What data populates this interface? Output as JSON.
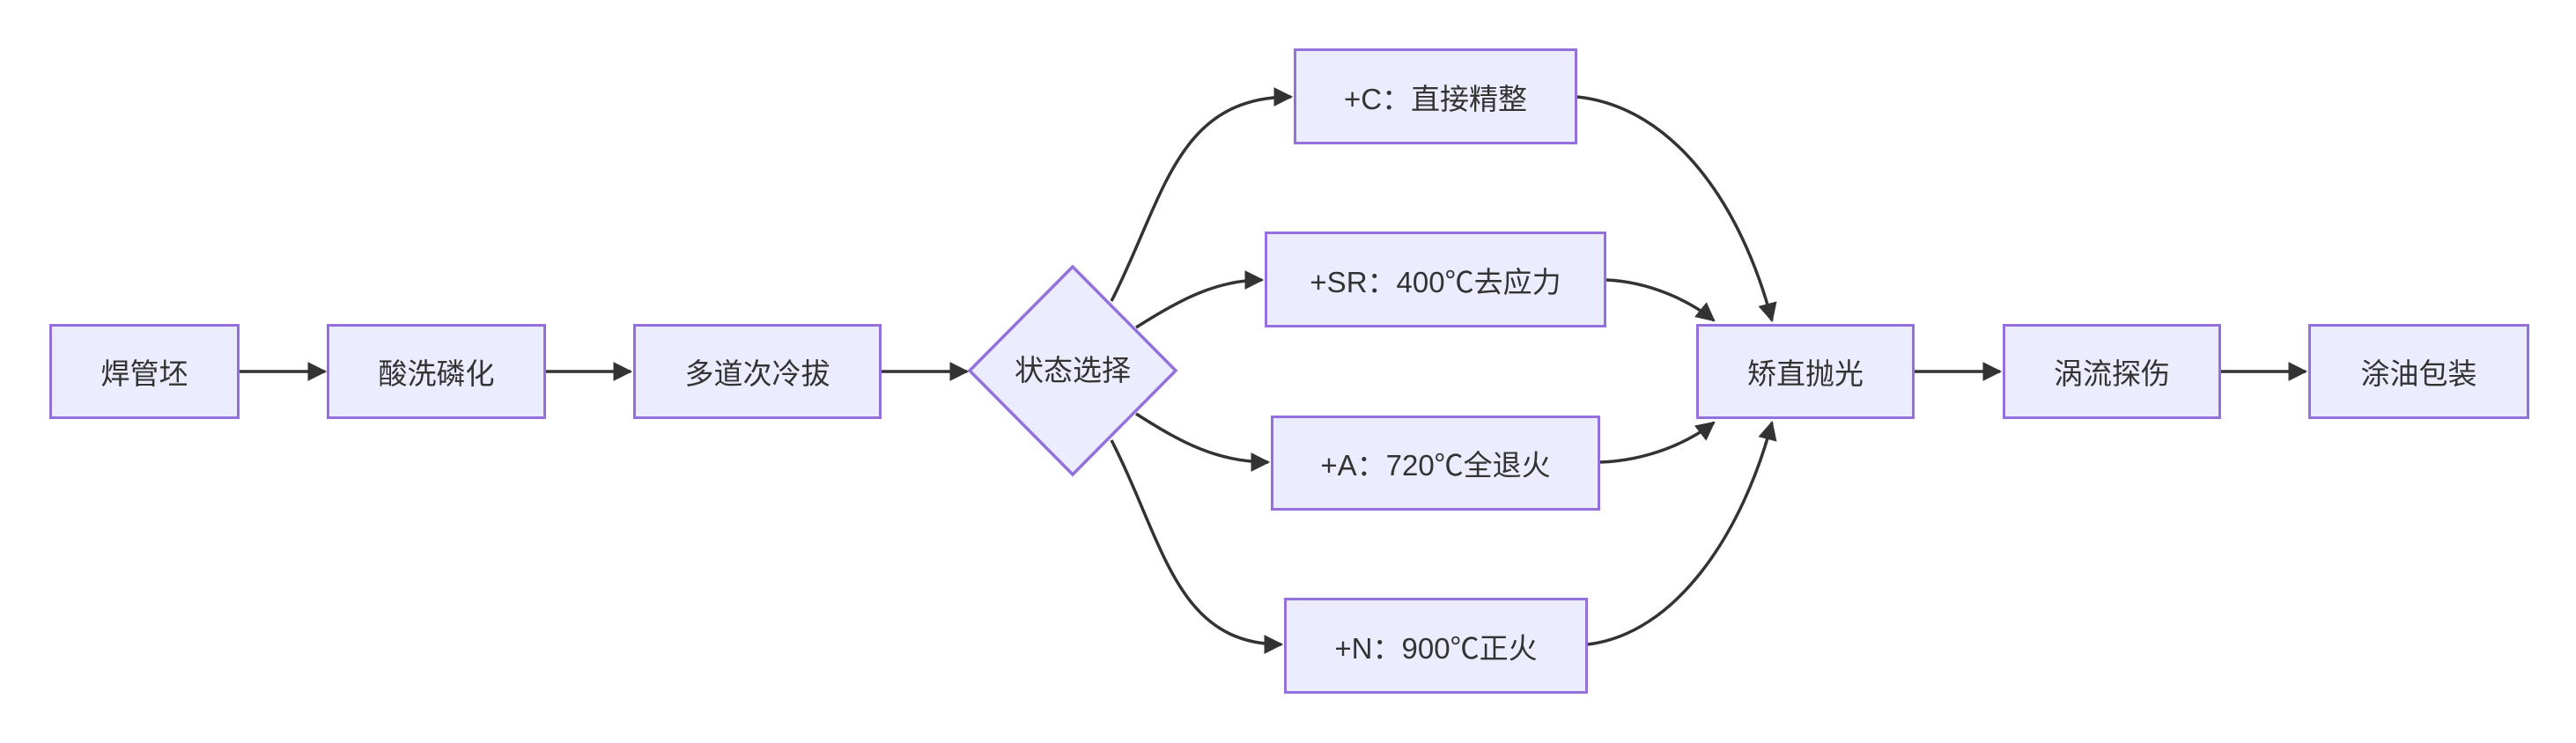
{
  "diagram": {
    "type": "flowchart",
    "direction": "left-to-right",
    "nodes": [
      {
        "label": "焊管坯",
        "shape": "rect"
      },
      {
        "label": "酸洗磷化",
        "shape": "rect"
      },
      {
        "label": "多道次冷拔",
        "shape": "rect"
      },
      {
        "label": "状态选择",
        "shape": "diamond"
      },
      {
        "label": "+C：直接精整",
        "shape": "rect"
      },
      {
        "label": "+SR：400℃去应力",
        "shape": "rect"
      },
      {
        "label": "+A：720℃全退火",
        "shape": "rect"
      },
      {
        "label": "+N：900℃正火",
        "shape": "rect"
      },
      {
        "label": "矫直抛光",
        "shape": "rect"
      },
      {
        "label": "涡流探伤",
        "shape": "rect"
      },
      {
        "label": "涂油包装",
        "shape": "rect"
      }
    ],
    "edges": [
      [
        "焊管坯",
        "酸洗磷化"
      ],
      [
        "酸洗磷化",
        "多道次冷拔"
      ],
      [
        "多道次冷拔",
        "状态选择"
      ],
      [
        "状态选择",
        "+C：直接精整"
      ],
      [
        "状态选择",
        "+SR：400℃去应力"
      ],
      [
        "状态选择",
        "+A：720℃全退火"
      ],
      [
        "状态选择",
        "+N：900℃正火"
      ],
      [
        "+C：直接精整",
        "矫直抛光"
      ],
      [
        "+SR：400℃去应力",
        "矫直抛光"
      ],
      [
        "+A：720℃全退火",
        "矫直抛光"
      ],
      [
        "+N：900℃正火",
        "矫直抛光"
      ],
      [
        "矫直抛光",
        "涡流探伤"
      ],
      [
        "涡流探伤",
        "涂油包装"
      ]
    ],
    "colors": {
      "node_fill": "#ECECFF",
      "node_border": "#9370DB",
      "edge_line": "#333333",
      "text": "#333333",
      "background": "#FFFFFF"
    }
  }
}
